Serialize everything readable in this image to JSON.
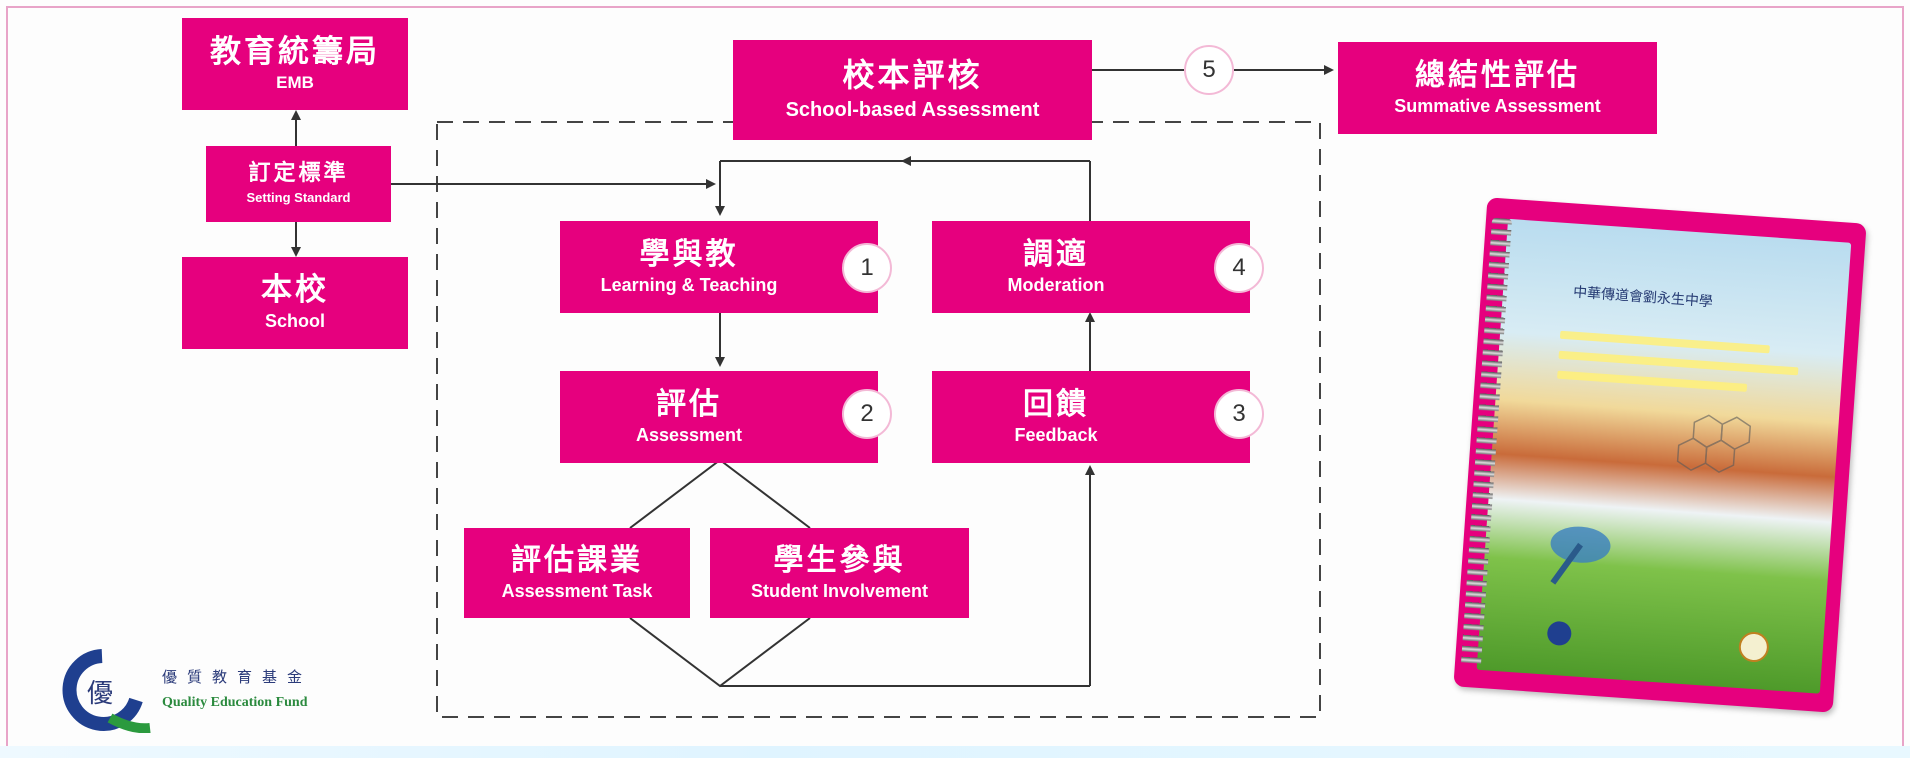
{
  "colors": {
    "box": "#e6007e",
    "text": "#ffffff",
    "line": "#333333",
    "dash": "#444444",
    "frame": "#e8a4c8"
  },
  "boxes": {
    "emb": {
      "zh": "教育統籌局",
      "en": "EMB"
    },
    "setting": {
      "zh": "訂定標準",
      "en": "Setting Standard"
    },
    "school": {
      "zh": "本校",
      "en": "School"
    },
    "sba": {
      "zh": "校本評核",
      "en": "School-based Assessment"
    },
    "summative": {
      "zh": "總結性評估",
      "en": "Summative Assessment"
    },
    "learning": {
      "zh": "學與教",
      "en": "Learning & Teaching"
    },
    "assessment": {
      "zh": "評估",
      "en": "Assessment"
    },
    "moderation": {
      "zh": "調適",
      "en": "Moderation"
    },
    "feedback": {
      "zh": "回饋",
      "en": "Feedback"
    },
    "task": {
      "zh": "評估課業",
      "en": "Assessment Task"
    },
    "involvement": {
      "zh": "學生參與",
      "en": "Student Involvement"
    }
  },
  "numbers": {
    "n1": "1",
    "n2": "2",
    "n3": "3",
    "n4": "4",
    "n5": "5"
  },
  "logo": {
    "zh": "優質教育基金",
    "en": "Quality Education Fund",
    "mark_char": "優"
  },
  "book": {
    "cover_title": "中華傳道會劉永生中學"
  }
}
